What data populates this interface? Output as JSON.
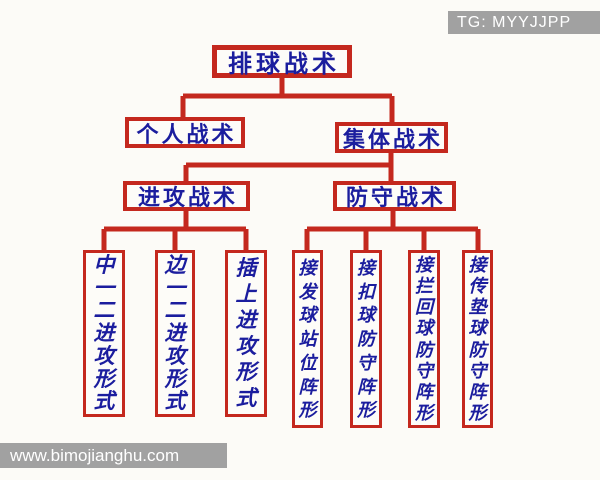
{
  "banners": {
    "top_right": "TG: MYYJJPP",
    "bottom_left": "www.bimojianghu.com"
  },
  "tree": {
    "root": "排球战术",
    "individual": "个人战术",
    "collective": "集体战术",
    "offense": "进攻战术",
    "defense": "防守战术",
    "offense_forms": [
      "中一二进攻形式",
      "边一二进攻形式",
      "插上进攻形式"
    ],
    "defense_forms": [
      "接发球站位阵形",
      "接扣球防守阵形",
      "接拦回球防守阵形",
      "接传垫球防守阵形"
    ]
  },
  "colors": {
    "line_red": "#c4281e",
    "text_navy": "#1b1d9e",
    "box_background": "#fdfcf8",
    "page_background": "#fcfbf7",
    "banner_gray": "#a1a1a1",
    "banner_text": "#ffffff"
  }
}
